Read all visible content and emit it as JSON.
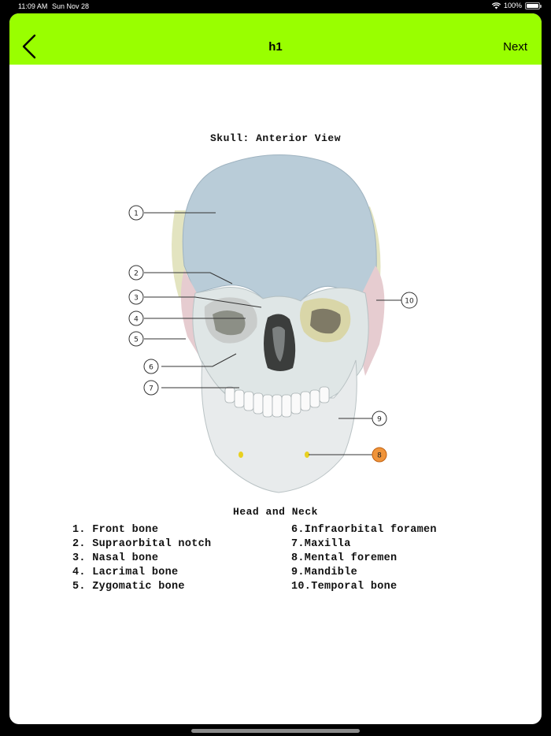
{
  "status_bar": {
    "time": "11:09 AM",
    "date": "Sun Nov 28",
    "battery": "100%"
  },
  "navbar": {
    "title": "h1",
    "next_label": "Next"
  },
  "figure": {
    "title": "Skull: Anterior View",
    "subtitle": "Head and Neck",
    "callouts": [
      "1",
      "2",
      "3",
      "4",
      "5",
      "6",
      "7",
      "8",
      "9",
      "10"
    ],
    "legend_left": [
      "1. Front bone",
      "2. Supraorbital notch",
      "3. Nasal bone",
      "4. Lacrimal bone",
      "5. Zygomatic bone"
    ],
    "legend_right": [
      "6.Infraorbital foramen",
      "7.Maxilla",
      "8.Mental foremen",
      "9.Mandible",
      "10.Temporal bone"
    ]
  }
}
